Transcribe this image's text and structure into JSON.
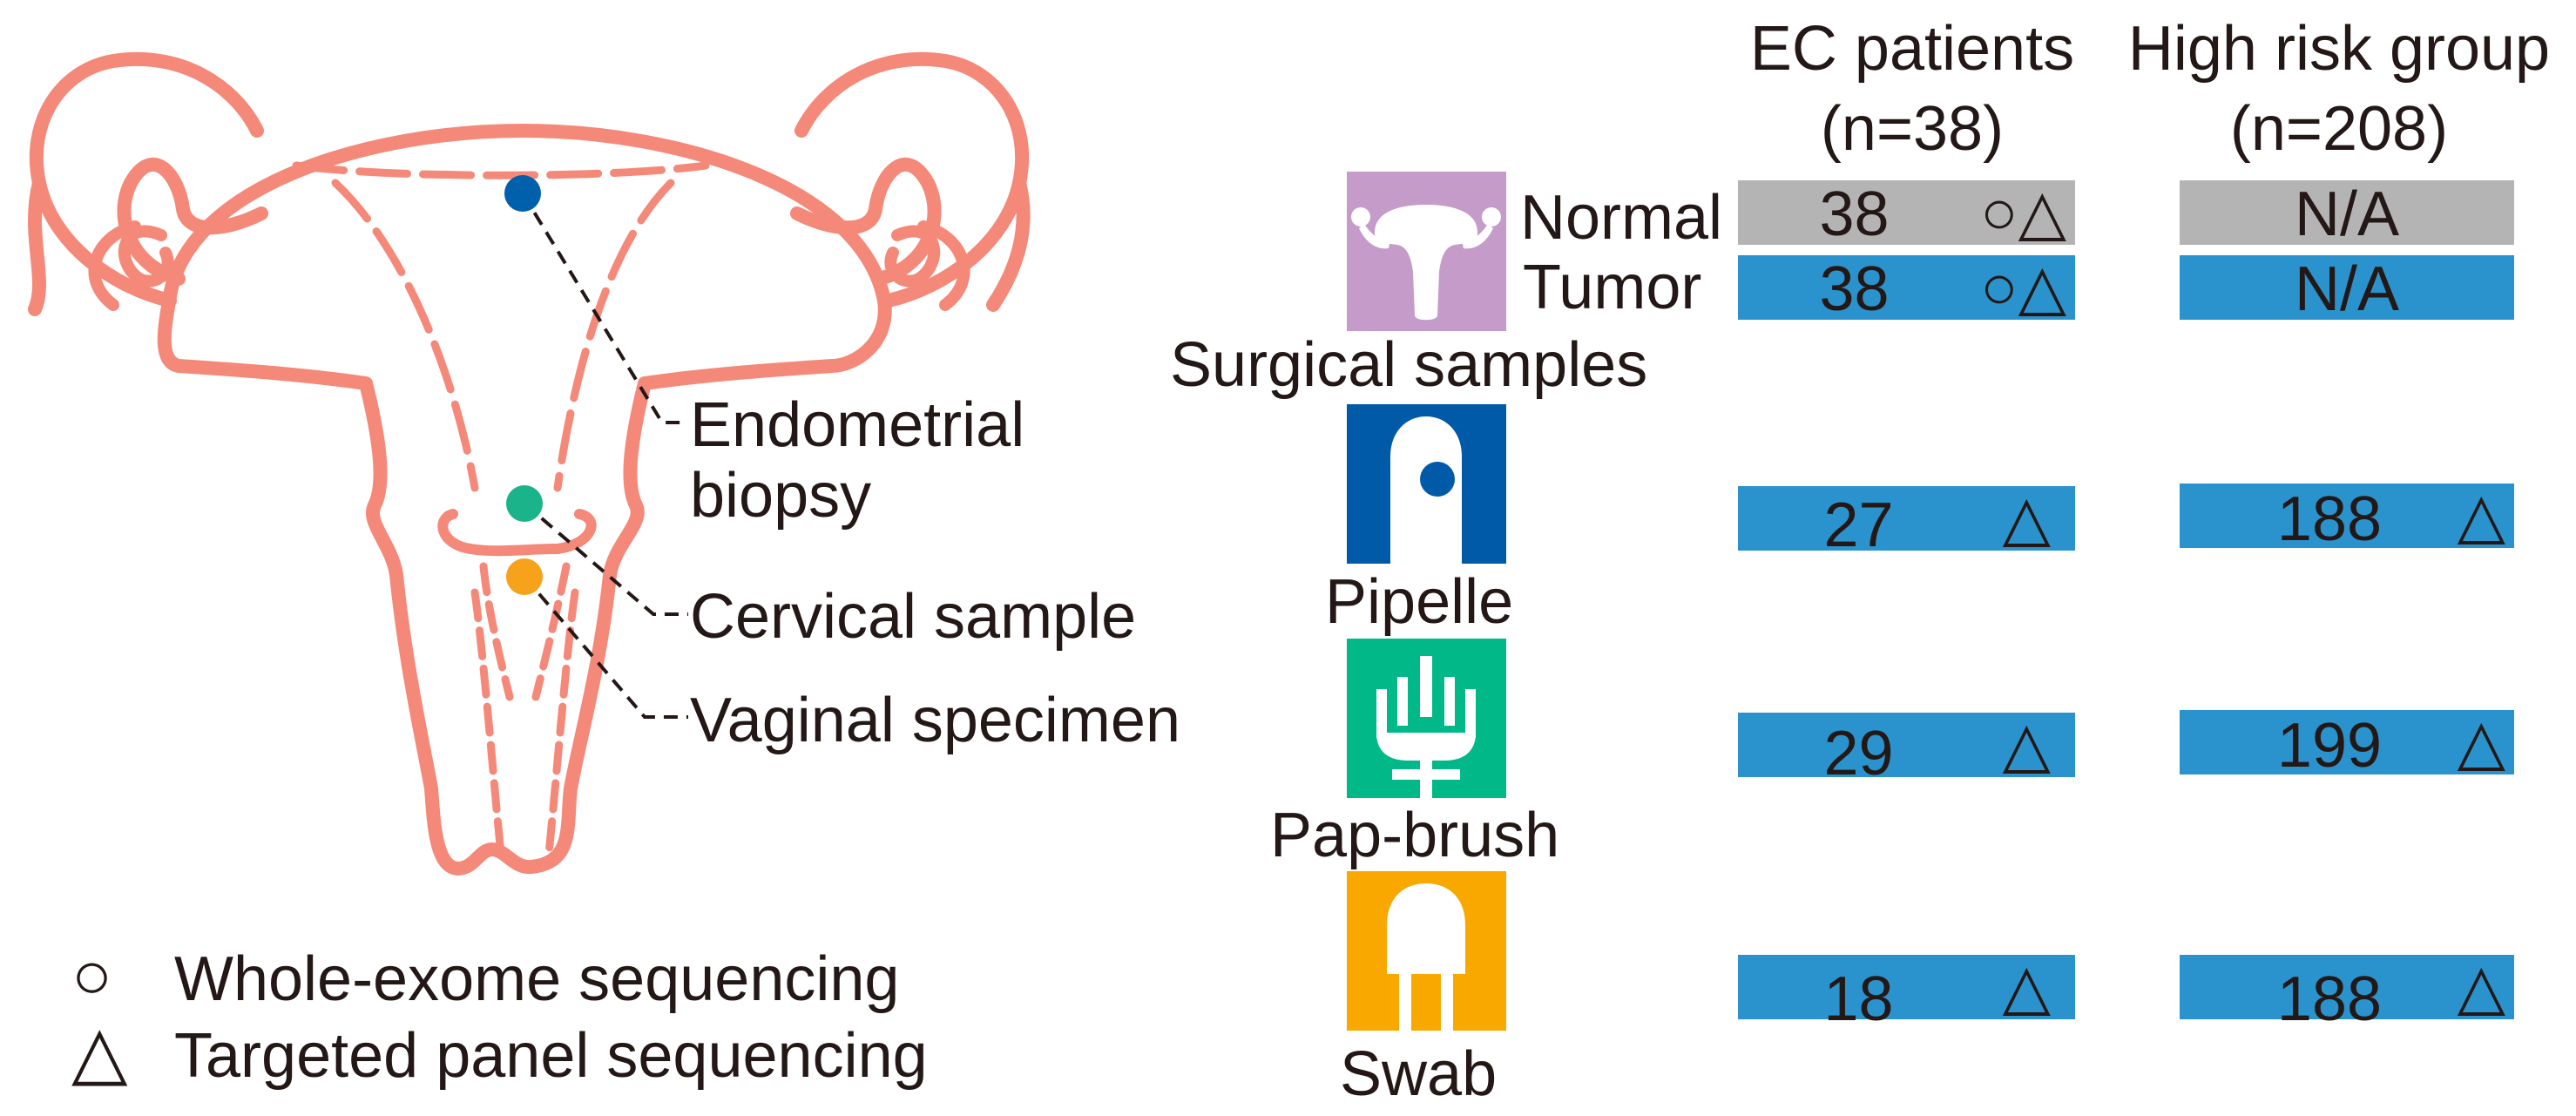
{
  "colors": {
    "uterus": "#f4897a",
    "endometrial_dot": "#0060ac",
    "cervical_dot": "#1bb38a",
    "vaginal_dot": "#f6a21b",
    "cell_blue": "#2a92cd",
    "cell_gray": "#b4b4b4",
    "surgical_icon_bg": "#c59bca",
    "pipelle_icon_bg": "#005aa7",
    "papbrush_icon_bg": "#00b888",
    "swab_icon_bg": "#f9a800",
    "text": "#231815"
  },
  "anatomy": {
    "callouts": [
      {
        "id": "endometrial",
        "line1": "Endometrial",
        "line2": "biopsy"
      },
      {
        "id": "cervical",
        "line1": "Cervical sample"
      },
      {
        "id": "vaginal",
        "line1": "Vaginal specimen"
      }
    ]
  },
  "legend": {
    "circle_symbol": "○",
    "circle_label": "Whole-exome sequencing",
    "triangle_symbol": "△",
    "triangle_label": "Targeted panel sequencing"
  },
  "columns": {
    "ec": {
      "line1": "EC patients",
      "line2": "(n=38)"
    },
    "high_risk": {
      "line1": "High risk group",
      "line2": "(n=208)"
    }
  },
  "samples": {
    "surgical": {
      "title": "Surgical samples",
      "icon": "uterus-icon",
      "rows": [
        {
          "label": "Normal",
          "ec_value": "38",
          "ec_symbols": "○△",
          "hr_value": "N/A",
          "hr_symbols": "",
          "color": "gray"
        },
        {
          "label": "Tumor",
          "ec_value": "38",
          "ec_symbols": "○△",
          "hr_value": "N/A",
          "hr_symbols": "",
          "color": "blue"
        }
      ]
    },
    "pipelle": {
      "title": "Pipelle",
      "icon": "pipelle-icon",
      "ec_value": "27",
      "ec_symbols": "△",
      "hr_value": "188",
      "hr_symbols": "△"
    },
    "papbrush": {
      "title": "Pap-brush",
      "icon": "brush-icon",
      "ec_value": "29",
      "ec_symbols": "△",
      "hr_value": "199",
      "hr_symbols": "△"
    },
    "swab": {
      "title": "Swab",
      "icon": "swab-icon",
      "ec_value": "18",
      "ec_symbols": "△",
      "hr_value": "188",
      "hr_symbols": "△"
    }
  }
}
